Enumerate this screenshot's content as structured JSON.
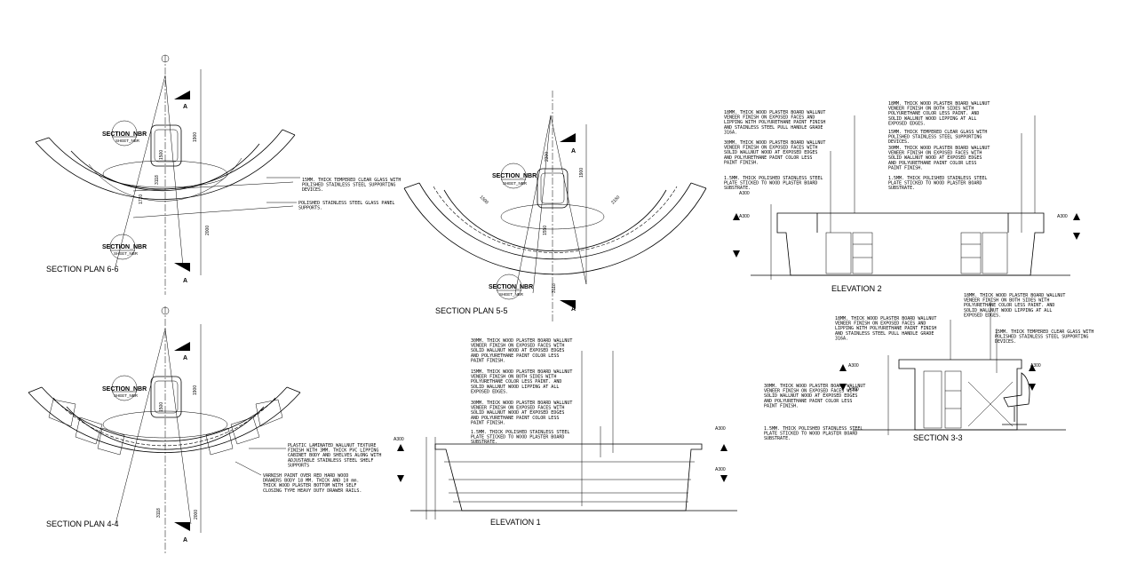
{
  "plans": {
    "plan66": {
      "title": "SECTION PLAN 6-6",
      "tag": "SECTION_NBR",
      "tag_sub": "SHEET_NBR",
      "dims": [
        "1900",
        "1500",
        "3118",
        "1720",
        "2000"
      ],
      "notes": [
        "15MM. THICK TEMPERED CLEAR GLASS WITH POLISHED STAINLESS STEEL SUPPORTING DEVICES.",
        "POLISHED STAINLESS STEEL GLASS PANEL SUPPORTS."
      ]
    },
    "plan55": {
      "title": "SECTION PLAN 5-5",
      "tag": "SECTION_NBR",
      "tag_sub": "SHEET_NBR",
      "dims": [
        "1900",
        "2300",
        "1550",
        "2150",
        "1500",
        "3118"
      ]
    },
    "plan44": {
      "title": "SECTION PLAN 4-4",
      "tag": "SECTION_NBR",
      "tag_sub": "SHEET_NBR",
      "dims": [
        "1900",
        "1500",
        "3118",
        "2000"
      ],
      "notes": [
        "PLASTIC LAMINATED WALLNUT TEXTURE FINISH WITH 3MM. THICK PVC LIPPING CABINET BODY AND SHELVES ALONG WITH ADJUSTABLE STAINLESS STEEL SHELF SUPPORTS",
        "VARNISH PAINT OVER RED HARD WOOD DRAWERS BODY 18 MM. THICK AND 10 mm. THICK WOOD PLASTER BOTTOM WITH SELF CLOSING TYPE HEAVY DUTY DRAWER RAILS."
      ]
    }
  },
  "marker": "A",
  "elevation1": {
    "title": "ELEVATION 1",
    "levels": [
      "A300",
      "A300",
      "A300"
    ],
    "notes": [
      "30MM. THICK WOOD PLASTER BOARD WALLNUT VENEER FINISH ON EXPOSED FACES WITH SOLID WALLNUT WOOD AT EXPOSED EDGES AND POLYURETHANE PAINT COLOR LESS PAINT FINISH.",
      "15MM. THICK WOOD PLASTER BOARD WALLNUT VENEER FINISH ON BOTH SIDES WITH POLYURETHANE COLOR LESS PAINT. AND SOLID WALLNUT WOOD LIPPING AT ALL EXPOSED EDGES.",
      "30MM. THICK WOOD PLASTER BOARD WALLNUT VENEER FINISH ON EXPOSED FACES WITH SOLID WALLNUT WOOD AT EXPOSED EDGES AND POLYURETHANE PAINT COLOR LESS PAINT FINISH.",
      "1.5MM. THICK POLISHED STAINLESS STEEL PLATE STICKED TO WOOD PLASTER BOARD SUBSTRATE."
    ]
  },
  "elevation2": {
    "title": "ELEVATION 2",
    "levels": [
      "A300",
      "A300",
      "A300"
    ],
    "notes_left": [
      "18MM. THICK WOOD PLASTER BOARD WALLNUT VENEER FINISH ON EXPOSED FACES AND LIPPING WITH POLYURETHANE PAINT FINISH AND STAINLESS STEEL PULL HANDLE GRADE 316A.",
      "30MM. THICK WOOD PLASTER BOARD WALLNUT VENEER FINISH ON EXPOSED FACES WITH SOLID WALLNUT WOOD AT EXPOSED EDGES AND POLYURETHANE PAINT COLOR LESS PAINT FINISH.",
      "1.5MM. THICK POLISHED STAINLESS STEEL PLATE STICKED TO WOOD PLASTER BOARD SUBSTRATE."
    ],
    "notes_right": [
      "18MM. THICK WOOD PLASTER BOARD WALLNUT VENEER FINISH ON BOTH SIDES WITH POLYURETHANE COLOR LESS PAINT. AND SOLID WALLNUT WOOD LIPPING AT ALL EXPOSED EDGES.",
      "15MM. THICK TEMPERED CLEAR GLASS WITH POLISHED STAINLESS STEEL SUPPORTING DEVICES.",
      "30MM. THICK WOOD PLASTER BOARD WALLNUT VENEER FINISH ON EXPOSED FACES WITH SOLID WALLNUT WOOD AT EXPOSED EDGES AND POLYURETHANE PAINT COLOR LESS PAINT FINISH.",
      "1.5MM. THICK POLISHED STAINLESS STEEL PLATE STICKED TO WOOD PLASTER BOARD SUBSTRATE."
    ]
  },
  "section33": {
    "title": "SECTION 3-3",
    "levels": [
      "A300",
      "A300",
      "A300"
    ],
    "notes_top": [
      "18MM. THICK WOOD PLASTER BOARD WALLNUT VENEER FINISH ON EXPOSED FACES AND LIPPING WITH POLYURETHANE PAINT FINISH AND STAINLESS STEEL PULL HANDLE GRADE 316A.",
      "18MM. THICK WOOD PLASTER BOARD WALLNUT VENEER FINISH ON BOTH SIDES WITH POLYURETHANE COLOR LESS PAINT. AND SOLID WALLNUT WOOD LIPPING AT ALL EXPOSED EDGES.",
      "15MM. THICK TEMPERED CLEAR GLASS WITH POLISHED STAINLESS STEEL SUPPORTING DEVICES."
    ],
    "notes_left": [
      "30MM. THICK WOOD PLASTER BOARD WALLNUT VENEER FINISH ON EXPOSED FACES WITH SOLID WALLNUT WOOD AT EXPOSED EDGES AND POLYURETHANE PAINT COLOR LESS PAINT FINISH.",
      "1.5MM. THICK POLISHED STAINLESS STEEL PLATE STICKED TO WOOD PLASTER BOARD SUBSTRATE."
    ]
  }
}
